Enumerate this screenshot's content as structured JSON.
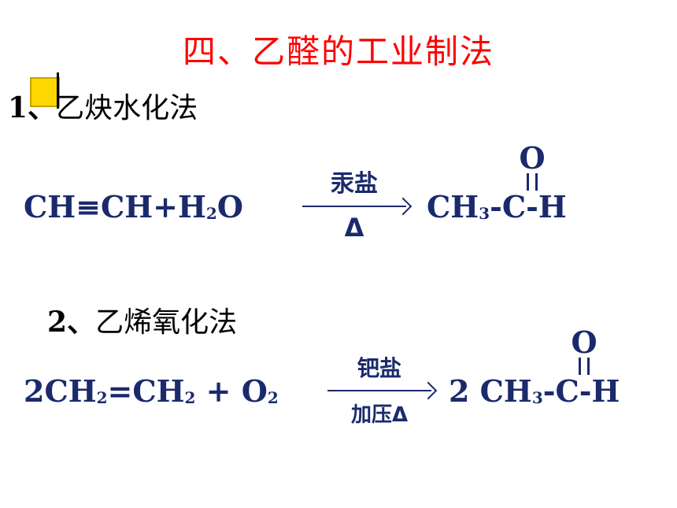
{
  "title": "四、乙醛的工业制法",
  "section1": {
    "number": "1、",
    "label": "乙炔水化法"
  },
  "section2": {
    "number": "2、",
    "label": "乙烯氧化法"
  },
  "equation1": {
    "reactant_a": "CH≡CH+H",
    "reactant_sub": "2",
    "reactant_b": "O",
    "condition_top": "汞盐",
    "condition_bottom": "Δ",
    "product_a": "CH",
    "product_sub": "3",
    "product_b": "-C-H",
    "carbonyl_o": "O"
  },
  "equation2": {
    "coef": "2",
    "reactant_a": "CH",
    "reactant_sub1": "2",
    "reactant_b": "=CH",
    "reactant_sub2": "2",
    "reactant_c": " + O",
    "reactant_sub3": "2",
    "condition_top": "钯盐",
    "condition_bottom": "加压Δ",
    "product_coef": "2 ",
    "product_a": "CH",
    "product_sub": "3",
    "product_b": "-C-H",
    "carbonyl_o": "O"
  },
  "colors": {
    "title": "#ff0000",
    "equation": "#1a2a6c",
    "bullet": "#ffd700"
  }
}
